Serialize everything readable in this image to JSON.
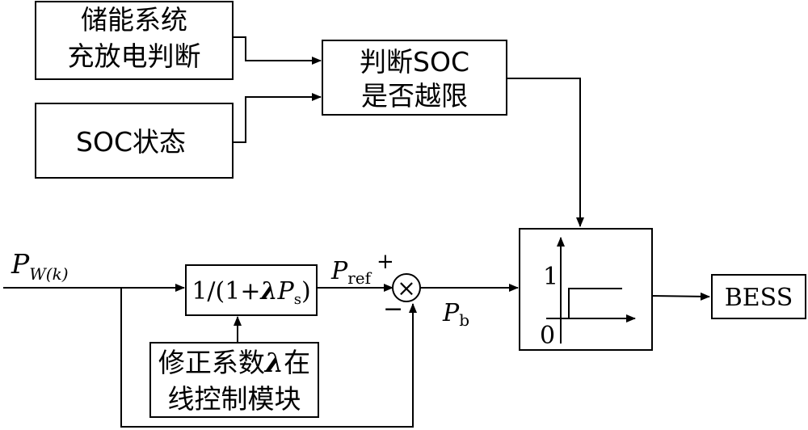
{
  "blocks": {
    "charge_discharge": {
      "line1": "储能系统",
      "line2": "充放电判断"
    },
    "soc_state": {
      "label": "SOC状态"
    },
    "soc_limit": {
      "line1": "判断SOC",
      "line2": "是否越限"
    },
    "filter": {
      "prefix": "1/(1+",
      "lambda": "λ",
      "p": "P",
      "sub": "s",
      "suffix": ")"
    },
    "correction": {
      "line1_text": "修正系数",
      "line1_lambda": "λ",
      "line1_tail": "在",
      "line2": "线控制模块"
    },
    "switch": {
      "label_one": "1",
      "label_zero": "0"
    },
    "bess": {
      "label": "BESS"
    }
  },
  "signals": {
    "input": {
      "symbol": "P",
      "sub": "W(k)"
    },
    "pref": {
      "symbol": "P",
      "sub": "ref"
    },
    "pb": {
      "symbol": "P",
      "sub": "b"
    },
    "sign_plus": "+",
    "sign_minus": "−"
  },
  "summing_junction": {
    "symbol": "×"
  }
}
